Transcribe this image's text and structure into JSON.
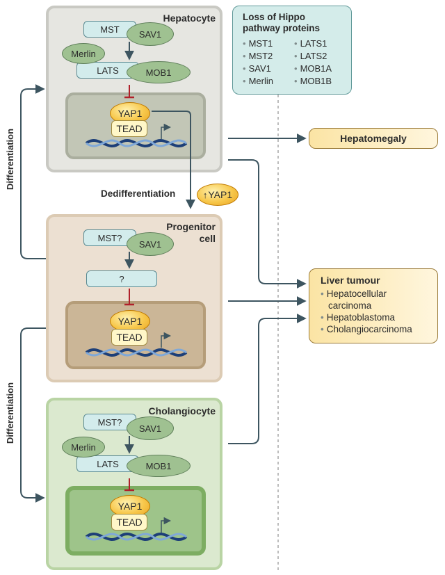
{
  "cells": {
    "hepatocyte": {
      "title": "Hepatocyte",
      "mst": "MST",
      "sav1": "SAV1",
      "merlin": "Merlin",
      "lats": "LATS",
      "mob1": "MOB1",
      "yap1": "YAP1",
      "tead": "TEAD"
    },
    "progenitor": {
      "title_line1": "Progenitor",
      "title_line2": "cell",
      "mst": "MST?",
      "sav1": "SAV1",
      "unknown": "?",
      "yap1": "YAP1",
      "tead": "TEAD"
    },
    "cholangiocyte": {
      "title": "Cholangiocyte",
      "mst": "MST?",
      "sav1": "SAV1",
      "merlin": "Merlin",
      "lats": "LATS",
      "mob1": "MOB1",
      "yap1": "YAP1",
      "tead": "TEAD"
    }
  },
  "labels": {
    "dedifferentiation": "Dedifferentiation",
    "yap1_up": "YAP1",
    "differentiation_top": "Differentiation",
    "differentiation_bottom": "Differentiation"
  },
  "loss_box": {
    "title_line1": "Loss of Hippo",
    "title_line2": "pathway proteins",
    "col1": [
      "MST1",
      "MST2",
      "SAV1",
      "Merlin"
    ],
    "col2": [
      "LATS1",
      "LATS2",
      "MOB1A",
      "MOB1B"
    ]
  },
  "outcomes": {
    "hepatomegaly": "Hepatomegaly",
    "liver_tumour": {
      "title": "Liver tumour",
      "items": [
        "Hepatocellular",
        "carcinoma",
        "Hepatoblastoma",
        "Cholangiocarcinoma"
      ]
    }
  },
  "colors": {
    "hepatocyte_cell": "#e6e6e1",
    "hepatocyte_nucleus": "#c2c6b6",
    "progenitor_cell": "#ece0d2",
    "progenitor_nucleus": "#cbb697",
    "cholangiocyte_cell": "#dbe9cf",
    "cholangiocyte_nucleus": "#9ec48a",
    "arrow": "#3d5560",
    "inhibit": "#b0202a",
    "dna_dark": "#1d3f78",
    "dna_light": "#7fa8d8"
  }
}
